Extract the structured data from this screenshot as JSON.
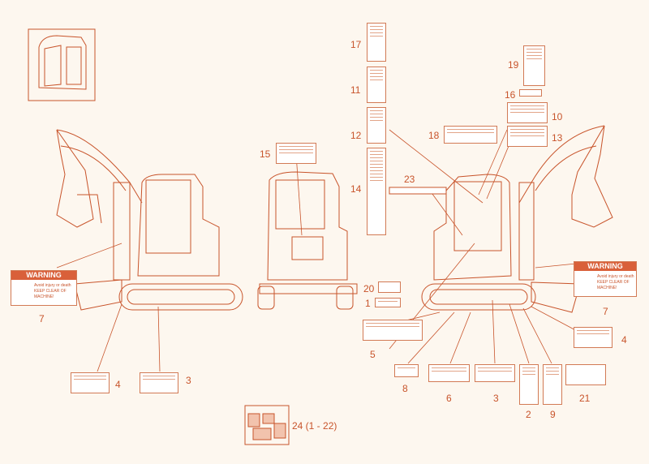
{
  "warning_decal": {
    "heading": "WARNING",
    "line1": "Avoid injury or death",
    "line2": "KEEP CLEAR OF",
    "line3": "MACHINE!"
  },
  "callouts": {
    "c1": "1",
    "c2": "2",
    "c3a": "3",
    "c3b": "3",
    "c4a": "4",
    "c4b": "4",
    "c5": "5",
    "c6": "6",
    "c7a": "7",
    "c7b": "7",
    "c8": "8",
    "c9": "9",
    "c10": "10",
    "c11": "11",
    "c12": "12",
    "c13": "13",
    "c14": "14",
    "c15": "15",
    "c16": "16",
    "c17": "17",
    "c18": "18",
    "c19": "19",
    "c20": "20",
    "c21": "21",
    "c23": "23",
    "c24": "24 (1 - 22)"
  },
  "colors": {
    "line": "#c8542b",
    "paper": "#fdf7ef",
    "decal_red": "#d9603a"
  }
}
